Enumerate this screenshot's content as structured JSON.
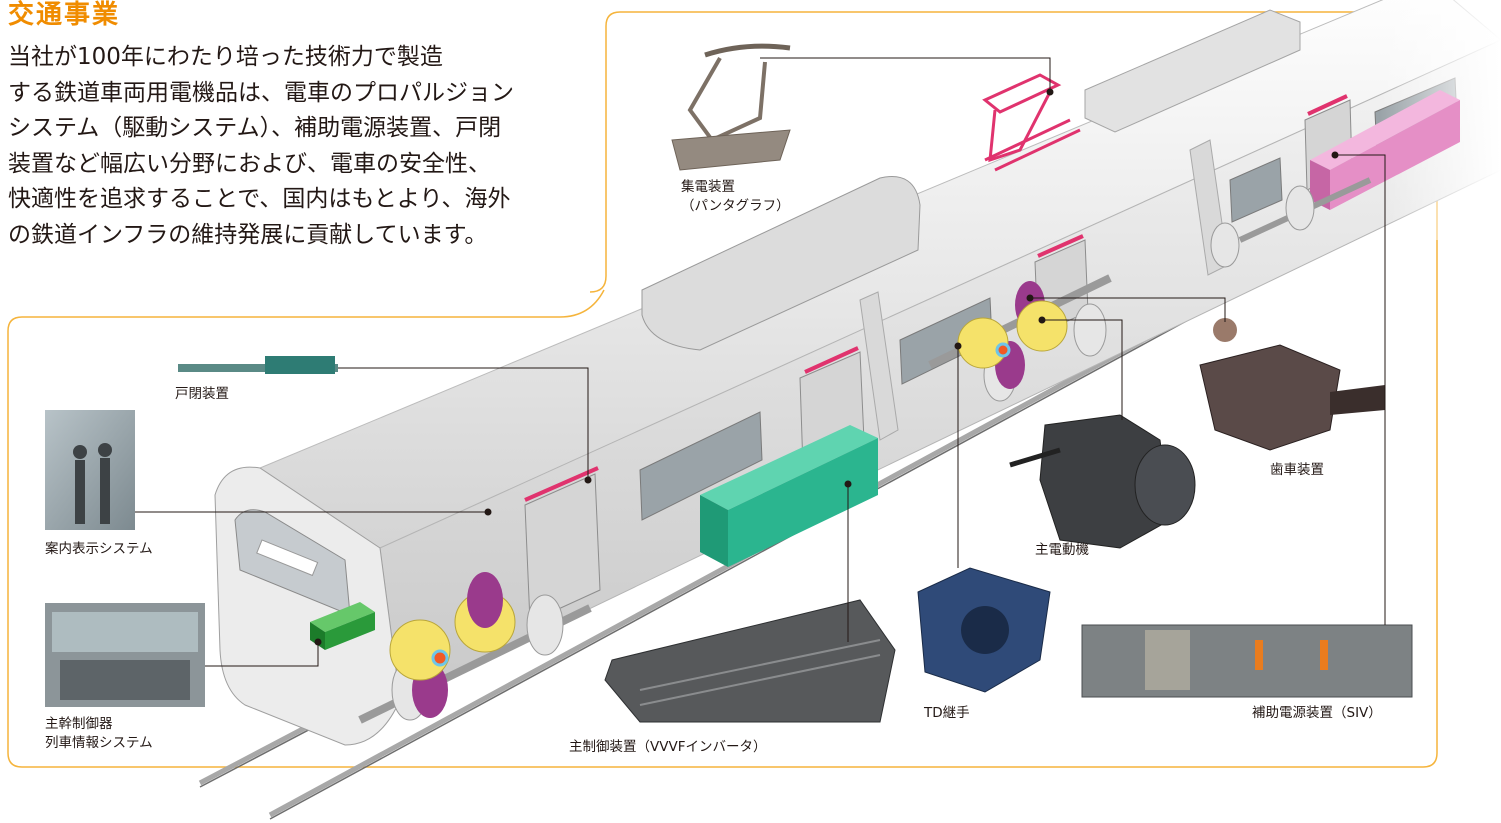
{
  "section": {
    "title": "交通事業",
    "intro_lines": [
      "当社が100年にわたり培った技術力で製造",
      "する鉄道車両用電機品は、電車のプロパルジョン",
      "システム（駆動システム）、補助電源装置、戸閉",
      "装置など幅広い分野におよび、電車の安全性、",
      "快適性を追求することで、国内はもとより、海外",
      "の鉄道インフラの維持発展に貢献しています。"
    ]
  },
  "colors": {
    "frame": "#f5b43c",
    "title": "#f08c00",
    "door_equipment": "#e0336e",
    "inverter": "#2bb58f",
    "motor_yellow": "#f5e26a",
    "gear_purple": "#9a3a8c",
    "siv_pink": "#e58fc6",
    "controller_green": "#2a9a3a"
  },
  "components": {
    "pantograph": {
      "name": "集電装置",
      "sub": "（パンタグラフ）",
      "icon": "pantograph-icon"
    },
    "door": {
      "name": "戸閉装置",
      "icon": "door-actuator-icon"
    },
    "guidance": {
      "name": "案内表示システム",
      "icon": "display-system-photo"
    },
    "master_controller": {
      "name": "主幹制御器",
      "sub": "列車情報システム",
      "icon": "cab-console-photo"
    },
    "vvvf": {
      "name": "主制御装置（VVVFインバータ）",
      "icon": "inverter-unit-icon"
    },
    "td_coupling": {
      "name": "TD継手",
      "icon": "coupling-icon"
    },
    "traction_motor": {
      "name": "主電動機",
      "icon": "motor-icon"
    },
    "gear": {
      "name": "歯車装置",
      "icon": "gearbox-icon"
    },
    "siv": {
      "name": "補助電源装置（SIV）",
      "icon": "siv-unit-icon"
    }
  }
}
